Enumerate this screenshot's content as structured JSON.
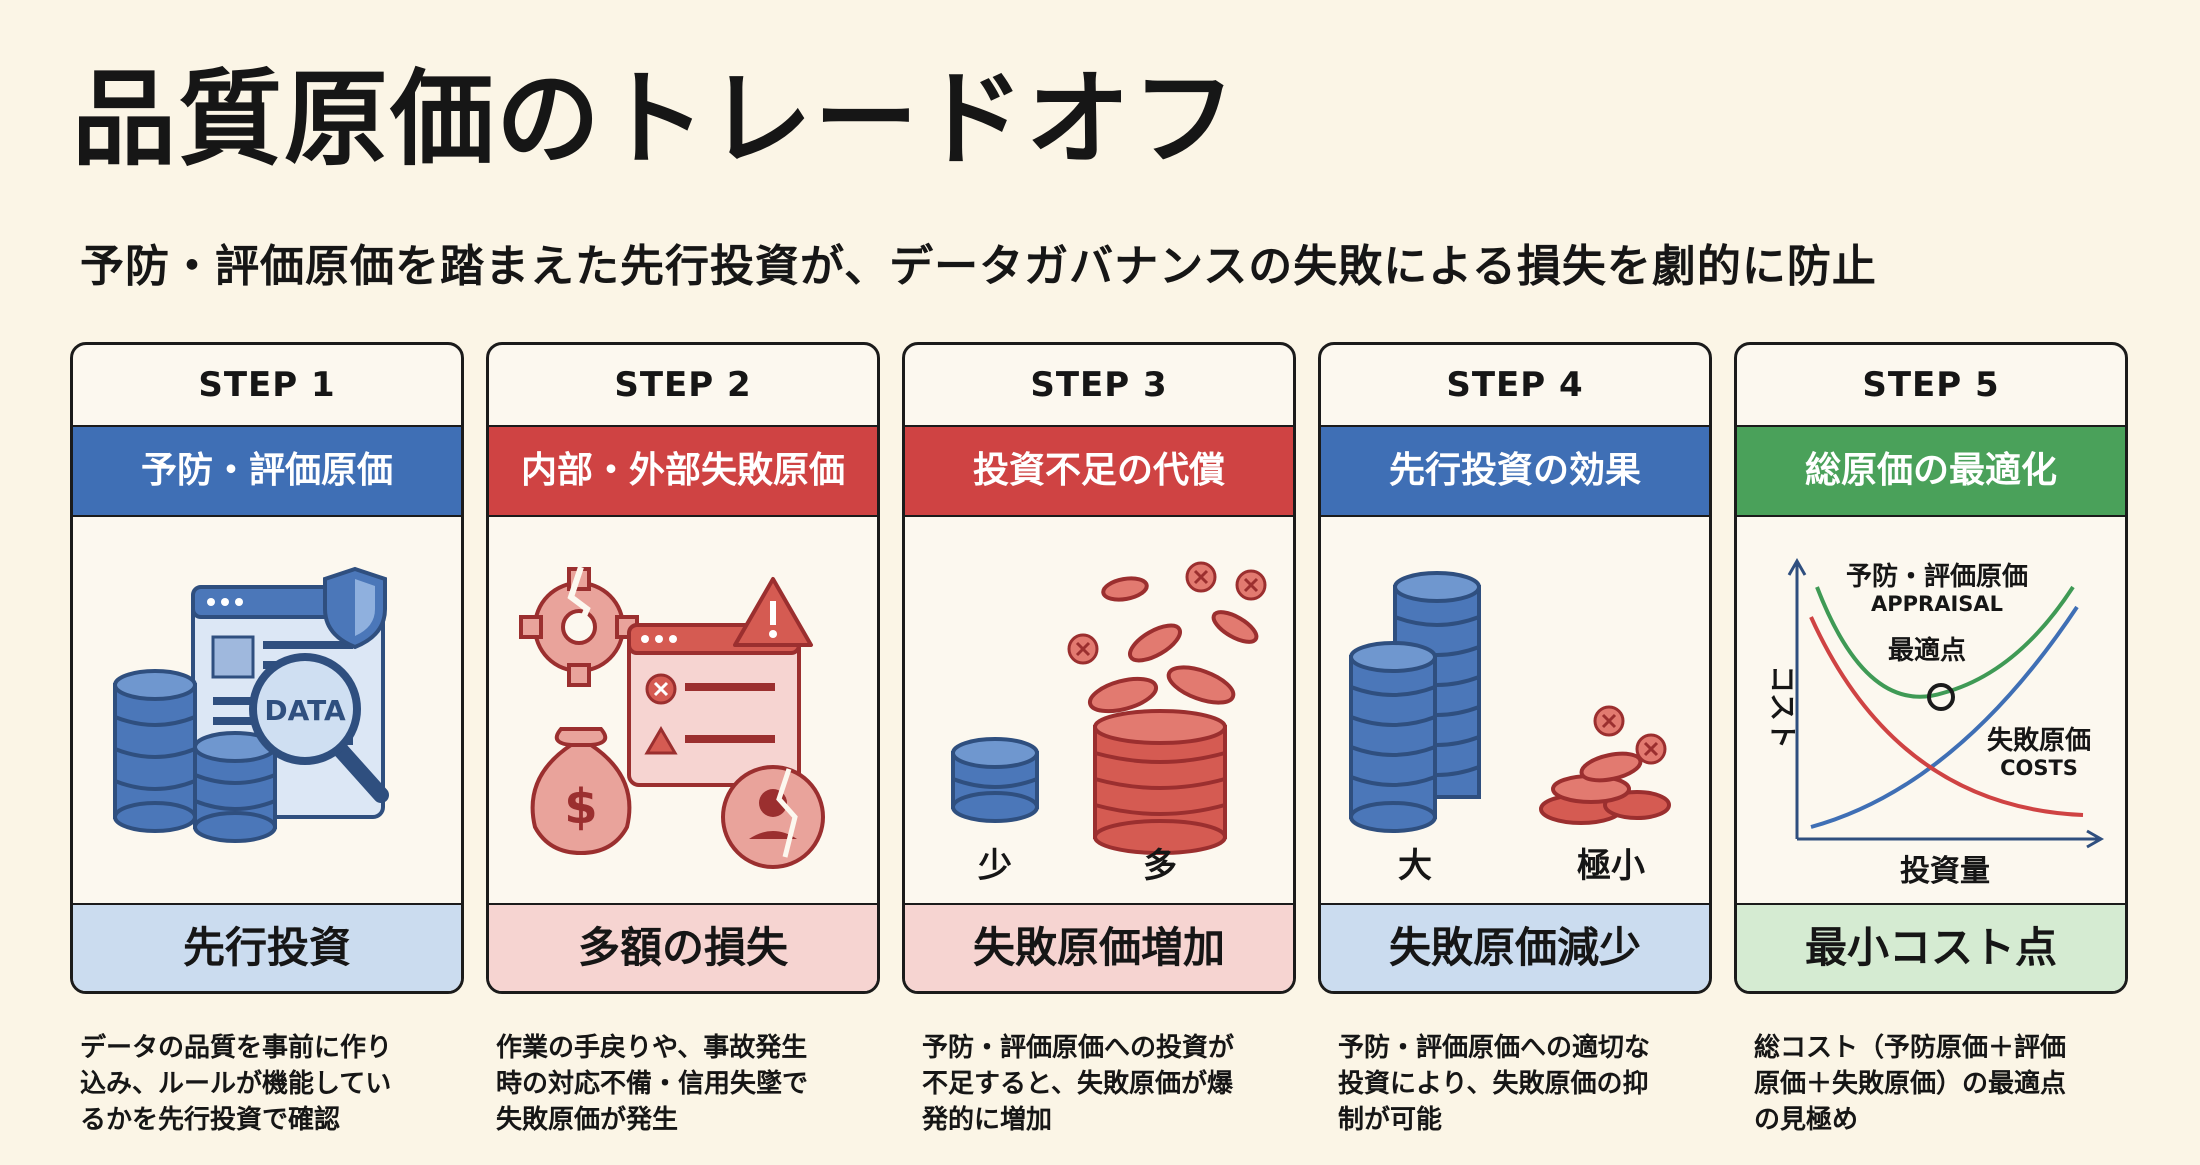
{
  "title": "品質原価のトレードオフ",
  "subtitle": "予防・評価原価を踏まえた先行投資が、データガバナンスの失敗による損失を劇的に防止",
  "steps": [
    {
      "step": "STEP 1",
      "heading": "予防・評価原価",
      "bottom": "先行投資",
      "description": "データの品質を事前に作り\n込み、ルールが機能してい\nるかを先行投資で確認",
      "illustration": {
        "label": "DATA"
      }
    },
    {
      "step": "STEP 2",
      "heading": "内部・外部失敗原価",
      "bottom": "多額の損失",
      "description": "作業の手戻りや、事故発生\n時の対応不備・信用失墜で\n失敗原価が発生"
    },
    {
      "step": "STEP 3",
      "heading": "投資不足の代償",
      "bottom": "失敗原価増加",
      "description": "予防・評価原価への投資が\n不足すると、失敗原価が爆\n発的に増加",
      "illustration": {
        "left": "少",
        "right": "多"
      }
    },
    {
      "step": "STEP 4",
      "heading": "先行投資の効果",
      "bottom": "失敗原価減少",
      "description": "予防・評価原価への適切な\n投資により、失敗原価の抑\n制が可能",
      "illustration": {
        "left": "大",
        "right": "極小"
      }
    },
    {
      "step": "STEP 5",
      "heading": "総原価の最適化",
      "bottom": "最小コスト点",
      "description": "総コスト（予防原価＋評価\n原価＋失敗原価）の最適点\nの見極め",
      "illustration": {
        "curve1_jp": "予防・評価原価",
        "curve1_en": "APPRAISAL",
        "optimum": "最適点",
        "curve2_jp": "失敗原価",
        "curve2_en": "COSTS",
        "ylabel": "コスト",
        "xlabel": "投資量"
      }
    }
  ],
  "colors": {
    "blue": "#3f6fb5",
    "red": "#cf4343",
    "green": "#4aa15a",
    "background": "#fbf5e6"
  }
}
